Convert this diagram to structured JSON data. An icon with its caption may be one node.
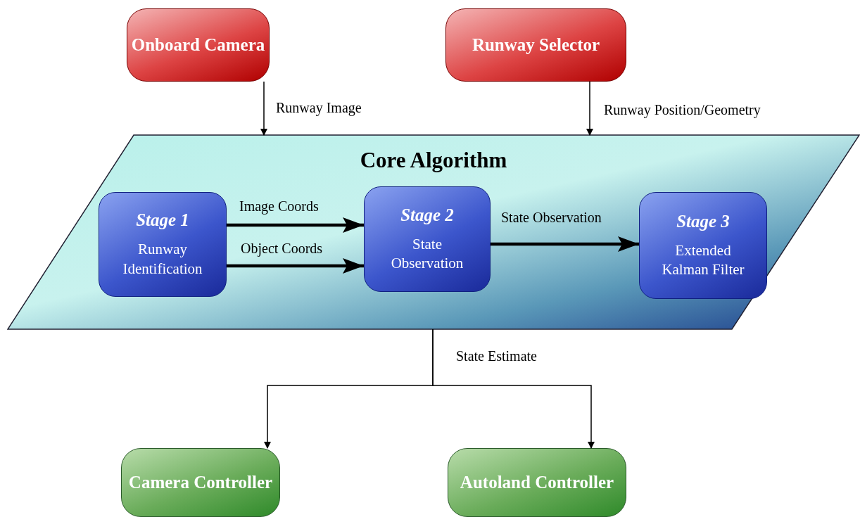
{
  "diagram": {
    "nodes": [
      {
        "text": [
          "Onboard Camera"
        ]
      },
      {
        "text": [
          "Runway Selector"
        ]
      },
      {
        "text": [
          "Core Algorithm"
        ]
      },
      {
        "text": [
          "Stage 1",
          "Runway Identification"
        ],
        "in": 2
      },
      {
        "text": [
          "Stage 2",
          "State Observation"
        ],
        "in": 2
      },
      {
        "text": [
          "Stage 3",
          "Extended Kalman Filter"
        ],
        "in": 2
      },
      {
        "text": [
          "Camera Controller"
        ]
      },
      {
        "text": [
          "Autoland Controller"
        ]
      }
    ],
    "edges": [
      {
        "from": 0,
        "to": 2,
        "arrow": "to",
        "label": "Runway Image"
      },
      {
        "from": 1,
        "to": 2,
        "arrow": "to",
        "label": "Runway Position/Geometry"
      },
      {
        "from": 3,
        "to": 4,
        "arrow": "to",
        "label": "Image Coords",
        "style": "thick"
      },
      {
        "from": 3,
        "to": 4,
        "arrow": "to",
        "label": "Object Coords",
        "style": "thick"
      },
      {
        "from": 4,
        "to": 5,
        "arrow": "to",
        "label": "State Observation",
        "style": "thick"
      },
      {
        "from": 2,
        "to": 6,
        "arrow": "to",
        "label": "State Estimate"
      },
      {
        "from": 2,
        "to": 7,
        "arrow": "to"
      }
    ]
  }
}
